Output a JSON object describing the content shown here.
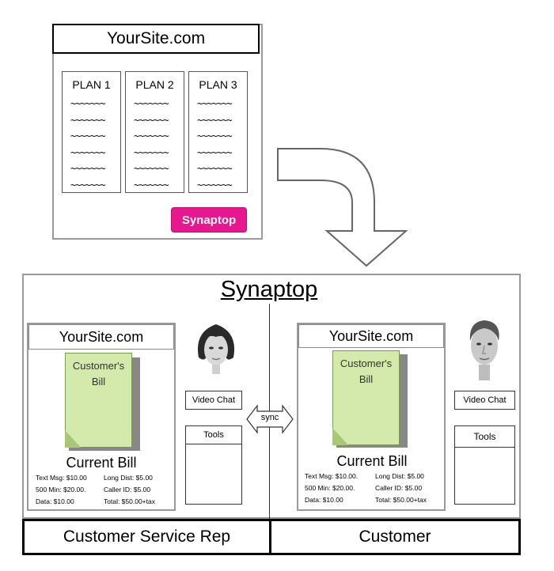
{
  "top_site": {
    "title": "YourSite.com",
    "plans": [
      {
        "label": "PLAN 1",
        "lines": "~~~~~~~\n~~~~~~~\n~~~~~~~\n~~~~~~~\n~~~~~~~\n~~~~~~~"
      },
      {
        "label": "PLAN 2",
        "lines": "~~~~~~~\n~~~~~~~\n~~~~~~~\n~~~~~~~\n~~~~~~~\n~~~~~~~"
      },
      {
        "label": "PLAN 3",
        "lines": "~~~~~~~\n~~~~~~~\n~~~~~~~\n~~~~~~~\n~~~~~~~\n~~~~~~~"
      }
    ],
    "button_label": "Synaptop",
    "button_color": "#e8168f"
  },
  "panel": {
    "title": "Synaptop",
    "sync_label": "sync",
    "left": {
      "site_title": "YourSite.com",
      "doc_label_1": "Customer's",
      "doc_label_2": "Bill",
      "current_bill": "Current Bill",
      "line_1a": "Text Msg: $10.00",
      "line_1b": "Long Dist: $5.00",
      "line_2a": "500 Min: $20.00.",
      "line_2b": "Caller ID: $5.00",
      "line_3a": "Data: $10.00",
      "line_3b": "Total: $50.00+tax",
      "video_chat": "Video Chat",
      "tools": "Tools",
      "role": "Customer Service Rep"
    },
    "right": {
      "site_title": "YourSite.com",
      "doc_label_1": "Customer's",
      "doc_label_2": "Bill",
      "current_bill": "Current Bill",
      "line_1a": "Text Msg: $10.00.",
      "line_1b": "Long Dist: $5.00",
      "line_2a": "500 Min: $20.00.",
      "line_2b": "Caller ID: $5.00",
      "line_3a": "Data: $10.00",
      "line_3b": "Total: $50.00+tax",
      "video_chat": "Video Chat",
      "tools": "Tools",
      "role": "Customer"
    },
    "bill_color": "#d4eaac"
  }
}
